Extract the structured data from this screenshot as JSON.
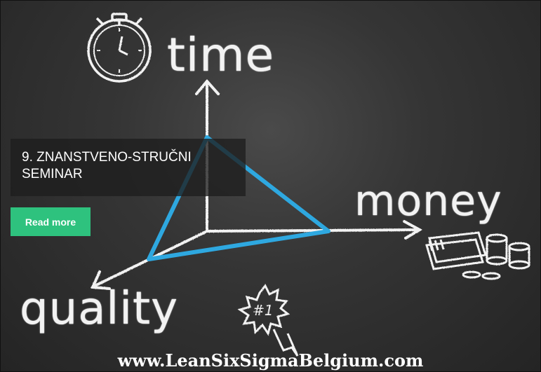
{
  "slide": {
    "words": {
      "time": "time",
      "money": "money",
      "quality": "quality"
    },
    "badge_text": "#1",
    "caption": "9. ZNANSTVENO-STRUČNI SEMINAR",
    "button_label": "Read more",
    "site_url": "www.LeanSixSigmaBelgium.com"
  },
  "colors": {
    "background": "#2e2e2e",
    "chalk": "#f2f2f2",
    "triangle": "#2ea8e0",
    "button": "#2ec27e",
    "caption_bg": "#1e1e1e"
  },
  "icons": [
    "stopwatch-icon",
    "money-stack-icon",
    "award-ribbon-icon"
  ]
}
